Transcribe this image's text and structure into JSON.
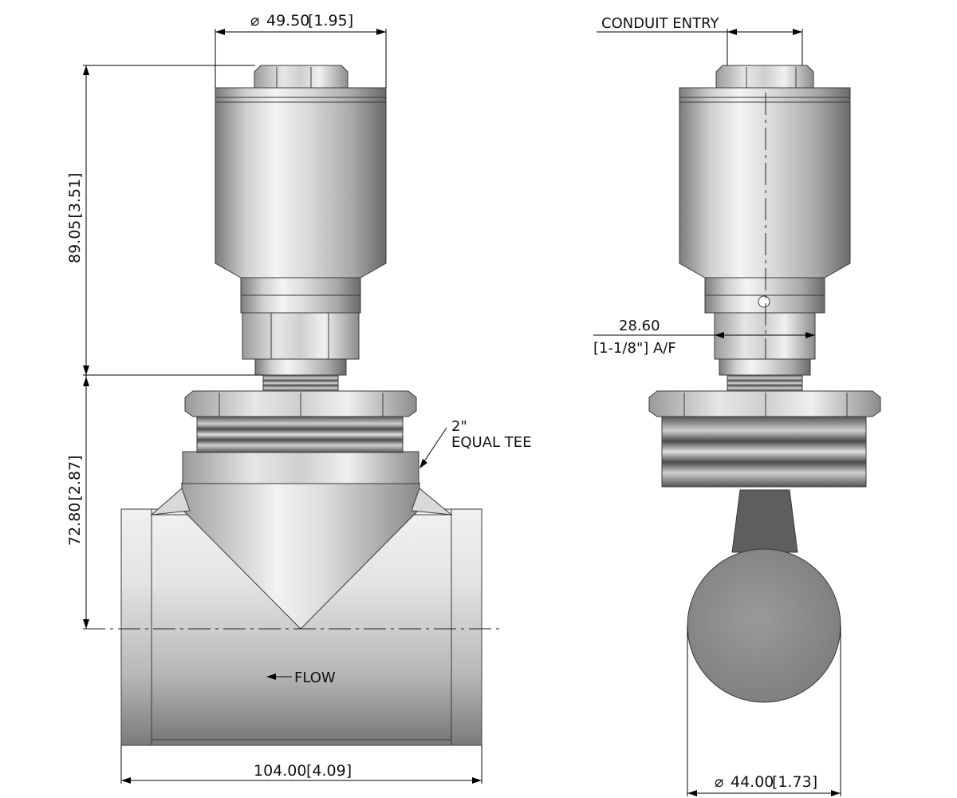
{
  "front_view": {
    "dia_top": "49.50",
    "dia_top_in": "[1.95]",
    "height_upper": "89.05",
    "height_upper_in": "[3.51]",
    "height_lower": "72.80",
    "height_lower_in": "[2.87]",
    "tee_line1": "2\"",
    "tee_line2": "EQUAL TEE",
    "flow_label": "FLOW",
    "width_bottom": "104.00",
    "width_bottom_in": "[4.09]"
  },
  "side_view": {
    "conduit_label": "CONDUIT ENTRY",
    "af_value": "28.60",
    "af_value_in": "[1-1/8\"] A/F",
    "paddle_dia": "44.00",
    "paddle_dia_in": "[1.73]"
  },
  "colors": {
    "metal_light": "#f2f2f2",
    "metal_mid": "#bdbdbd",
    "metal_dark": "#6e6e6e",
    "paddle": "#8a8a8a"
  }
}
